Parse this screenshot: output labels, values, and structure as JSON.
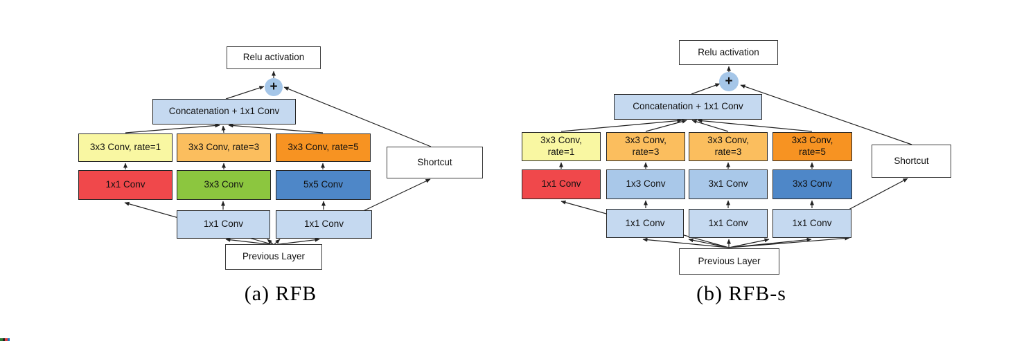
{
  "palette": {
    "pale_blue": "#C5D9F0",
    "mid_blue": "#A9C8E9",
    "strong_blue": "#4E87C8",
    "plus_blue": "#A5C6E8",
    "red": "#F0484B",
    "green": "#8CC63F",
    "yellow": "#F9F7A2",
    "light_orange": "#FBBE5E",
    "orange": "#F79322",
    "white": "#FFFFFF",
    "artifact_green": "#2E7D32",
    "artifact_black": "#222222",
    "artifact_red": "#E03A3E",
    "artifact_blue": "#1B75BB"
  },
  "diagram_a": {
    "caption": "(a) RFB",
    "relu": "Relu activation",
    "plus": "+",
    "concat": "Concatenation + 1x1 Conv",
    "shortcut": "Shortcut",
    "previous": "Previous Layer",
    "rate_row": [
      "3x3 Conv, rate=1",
      "3x3 Conv, rate=3",
      "3x3 Conv, rate=5"
    ],
    "conv_row": [
      "1x1 Conv",
      "3x3 Conv",
      "5x5 Conv"
    ],
    "input_row": [
      "1x1 Conv",
      "1x1 Conv"
    ]
  },
  "diagram_b": {
    "caption": "(b) RFB-s",
    "relu": "Relu activation",
    "plus": "+",
    "concat": "Concatenation + 1x1 Conv",
    "shortcut": "Shortcut",
    "previous": "Previous Layer",
    "rate_row": [
      "3x3 Conv,\nrate=1",
      "3x3 Conv,\nrate=3",
      "3x3 Conv,\nrate=3",
      "3x3 Conv,\nrate=5"
    ],
    "conv_row": [
      "1x1 Conv",
      "1x3 Conv",
      "3x1 Conv",
      "3x3 Conv"
    ],
    "input_row": [
      "1x1 Conv",
      "1x1 Conv",
      "1x1 Conv"
    ]
  }
}
